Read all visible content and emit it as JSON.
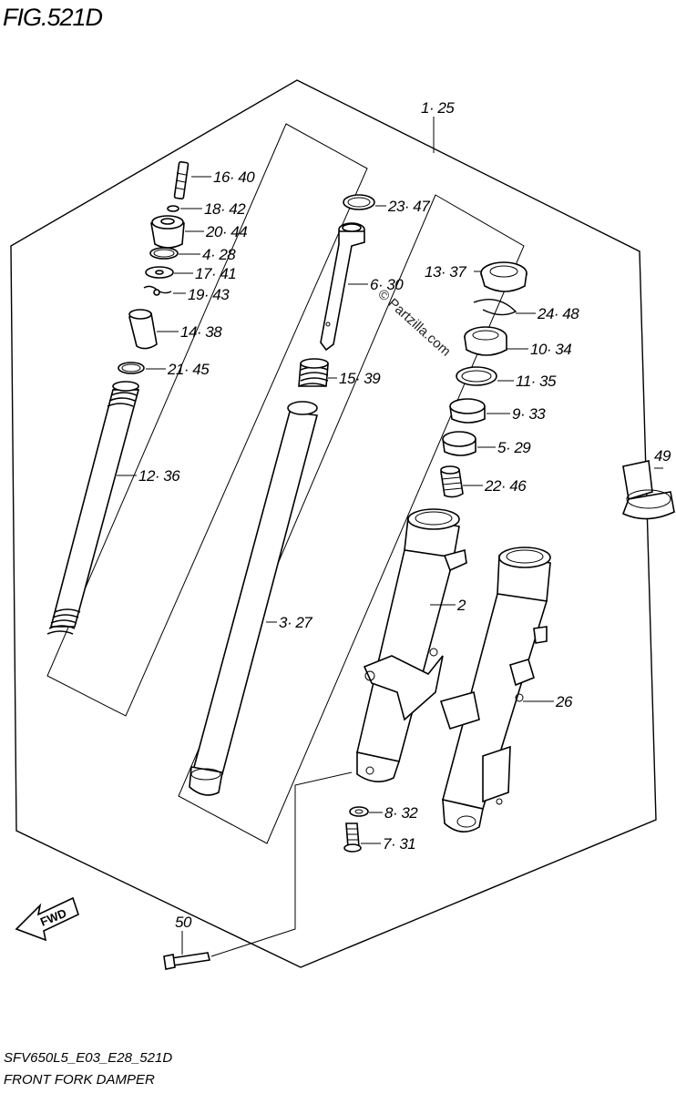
{
  "figure_title": "FIG.521D",
  "footer": {
    "code": "SFV650L5_E03_E28_521D",
    "title": "FRONT FORK DAMPER"
  },
  "watermark": "© Partzilla.com",
  "fwd_label": "FWD",
  "callouts": {
    "c1_25": "1· 25",
    "c16_40": "16· 40",
    "c18_42": "18· 42",
    "c20_44": "20· 44",
    "c4_28": "4· 28",
    "c17_41": "17· 41",
    "c19_43": "19· 43",
    "c14_38": "14· 38",
    "c21_45": "21· 45",
    "c12_36": "12· 36",
    "c23_47": "23· 47",
    "c6_30": "6· 30",
    "c15_39": "15· 39",
    "c3_27": "3· 27",
    "c13_37": "13· 37",
    "c24_48": "24· 48",
    "c10_34": "10· 34",
    "c11_35": "11· 35",
    "c9_33": "9· 33",
    "c5_29": "5· 29",
    "c22_46": "22· 46",
    "c2": "2",
    "c26": "26",
    "c8_32": "8· 32",
    "c7_31": "7· 31",
    "c49": "49",
    "c50": "50"
  }
}
